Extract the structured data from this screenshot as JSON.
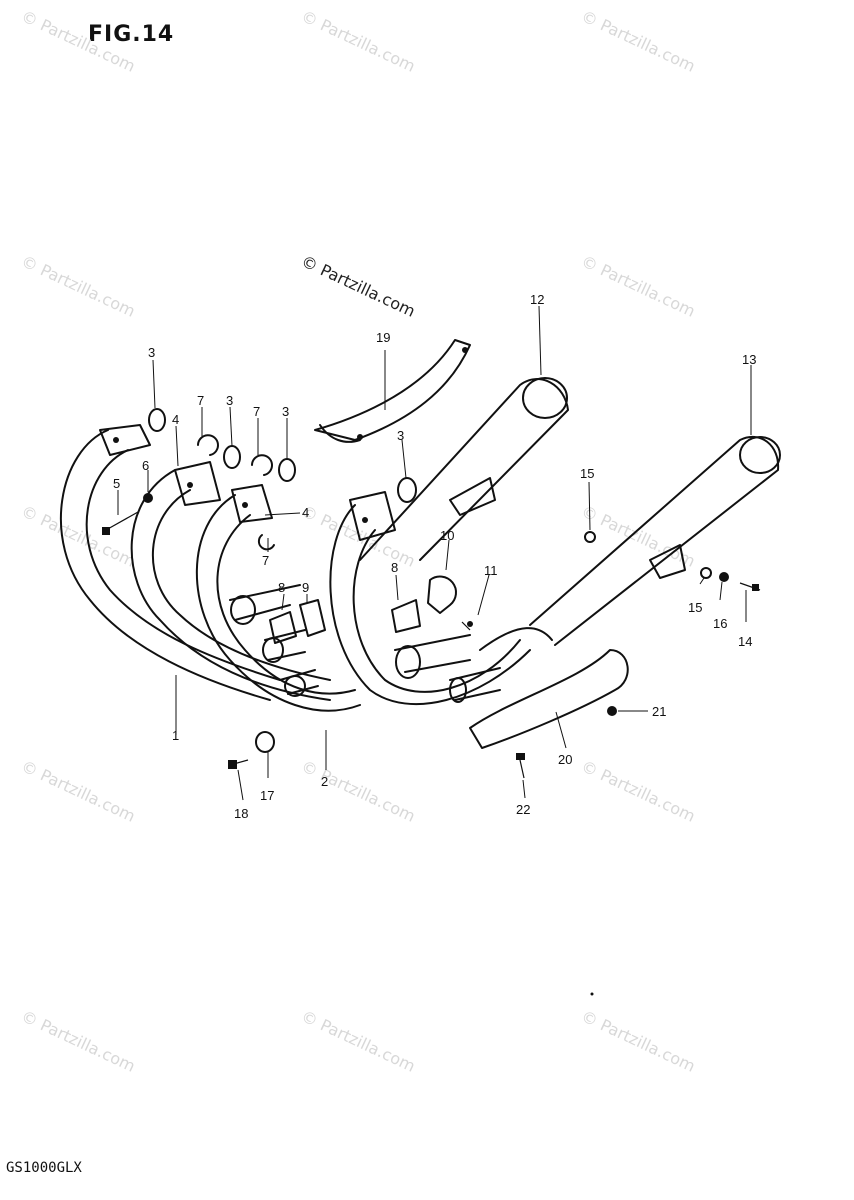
{
  "figure": {
    "title": "FIG.14",
    "model_code": "GS1000GLX",
    "watermark_text": "© Partzilla.com"
  },
  "callouts": [
    {
      "id": "c-3a",
      "label": "3"
    },
    {
      "id": "c-4a",
      "label": "4"
    },
    {
      "id": "c-6",
      "label": "6"
    },
    {
      "id": "c-5",
      "label": "5"
    },
    {
      "id": "c-7a",
      "label": "7"
    },
    {
      "id": "c-3b",
      "label": "3"
    },
    {
      "id": "c-7b",
      "label": "7"
    },
    {
      "id": "c-3c",
      "label": "3"
    },
    {
      "id": "c-4b",
      "label": "4"
    },
    {
      "id": "c-7c",
      "label": "7"
    },
    {
      "id": "c-19",
      "label": "19"
    },
    {
      "id": "c-12",
      "label": "12"
    },
    {
      "id": "c-13",
      "label": "13"
    },
    {
      "id": "c-3d",
      "label": "3"
    },
    {
      "id": "c-15a",
      "label": "15"
    },
    {
      "id": "c-10",
      "label": "10"
    },
    {
      "id": "c-11",
      "label": "11"
    },
    {
      "id": "c-8a",
      "label": "8"
    },
    {
      "id": "c-9",
      "label": "9"
    },
    {
      "id": "c-8b",
      "label": "8"
    },
    {
      "id": "c-15b",
      "label": "15"
    },
    {
      "id": "c-16",
      "label": "16"
    },
    {
      "id": "c-14",
      "label": "14"
    },
    {
      "id": "c-21",
      "label": "21"
    },
    {
      "id": "c-20",
      "label": "20"
    },
    {
      "id": "c-1",
      "label": "1"
    },
    {
      "id": "c-2",
      "label": "2"
    },
    {
      "id": "c-17",
      "label": "17"
    },
    {
      "id": "c-18",
      "label": "18"
    },
    {
      "id": "c-22",
      "label": "22"
    }
  ]
}
